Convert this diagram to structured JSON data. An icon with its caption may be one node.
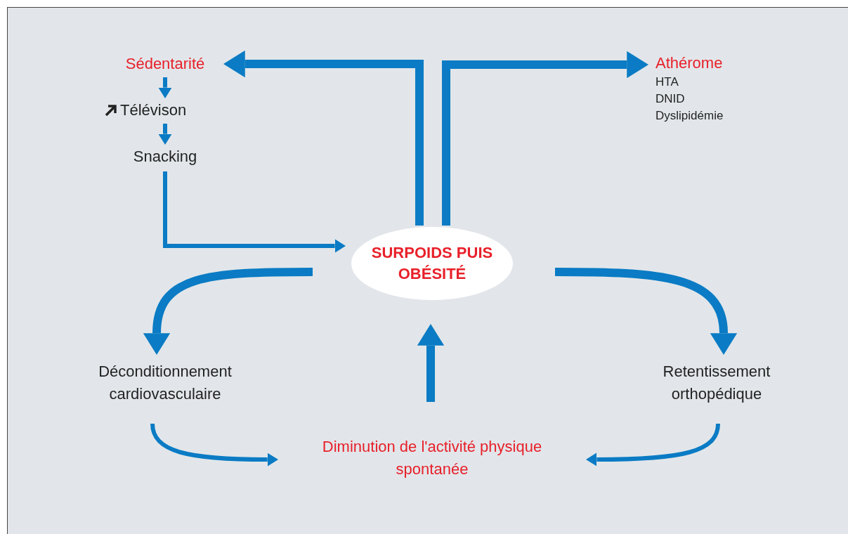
{
  "diagram": {
    "nodes": [
      {
        "text": [
          "Sédentarité"
        ]
      },
      {
        "text": [
          "Télévison"
        ]
      },
      {
        "text": [
          "Snacking"
        ]
      },
      {
        "text": [
          "SURPOIDS PUIS OBÉSITÉ"
        ]
      },
      {
        "text": [
          "Athérome",
          "HTA",
          "DNID",
          "Dyslipidémie"
        ]
      },
      {
        "text": [
          "Déconditionnement cardiovasculaire"
        ]
      },
      {
        "text": [
          "Retentissement orthopédique"
        ]
      },
      {
        "text": [
          "Diminution de l'activité physique spontanée"
        ]
      }
    ],
    "edges": [
      {
        "from": 0,
        "to": 1,
        "arrow": "to"
      },
      {
        "from": 1,
        "to": 2,
        "arrow": "to"
      },
      {
        "from": 2,
        "to": 3,
        "arrow": "to"
      },
      {
        "from": 3,
        "to": 0,
        "arrow": "to",
        "style": "thick"
      },
      {
        "from": 3,
        "to": 4,
        "arrow": "to",
        "style": "thick"
      },
      {
        "from": 3,
        "to": 5,
        "arrow": "to",
        "style": "thick"
      },
      {
        "from": 3,
        "to": 6,
        "arrow": "to",
        "style": "thick"
      },
      {
        "from": 5,
        "to": 7,
        "arrow": "to"
      },
      {
        "from": 6,
        "to": 7,
        "arrow": "to"
      },
      {
        "from": 7,
        "to": 3,
        "arrow": "to",
        "style": "thick"
      }
    ]
  }
}
